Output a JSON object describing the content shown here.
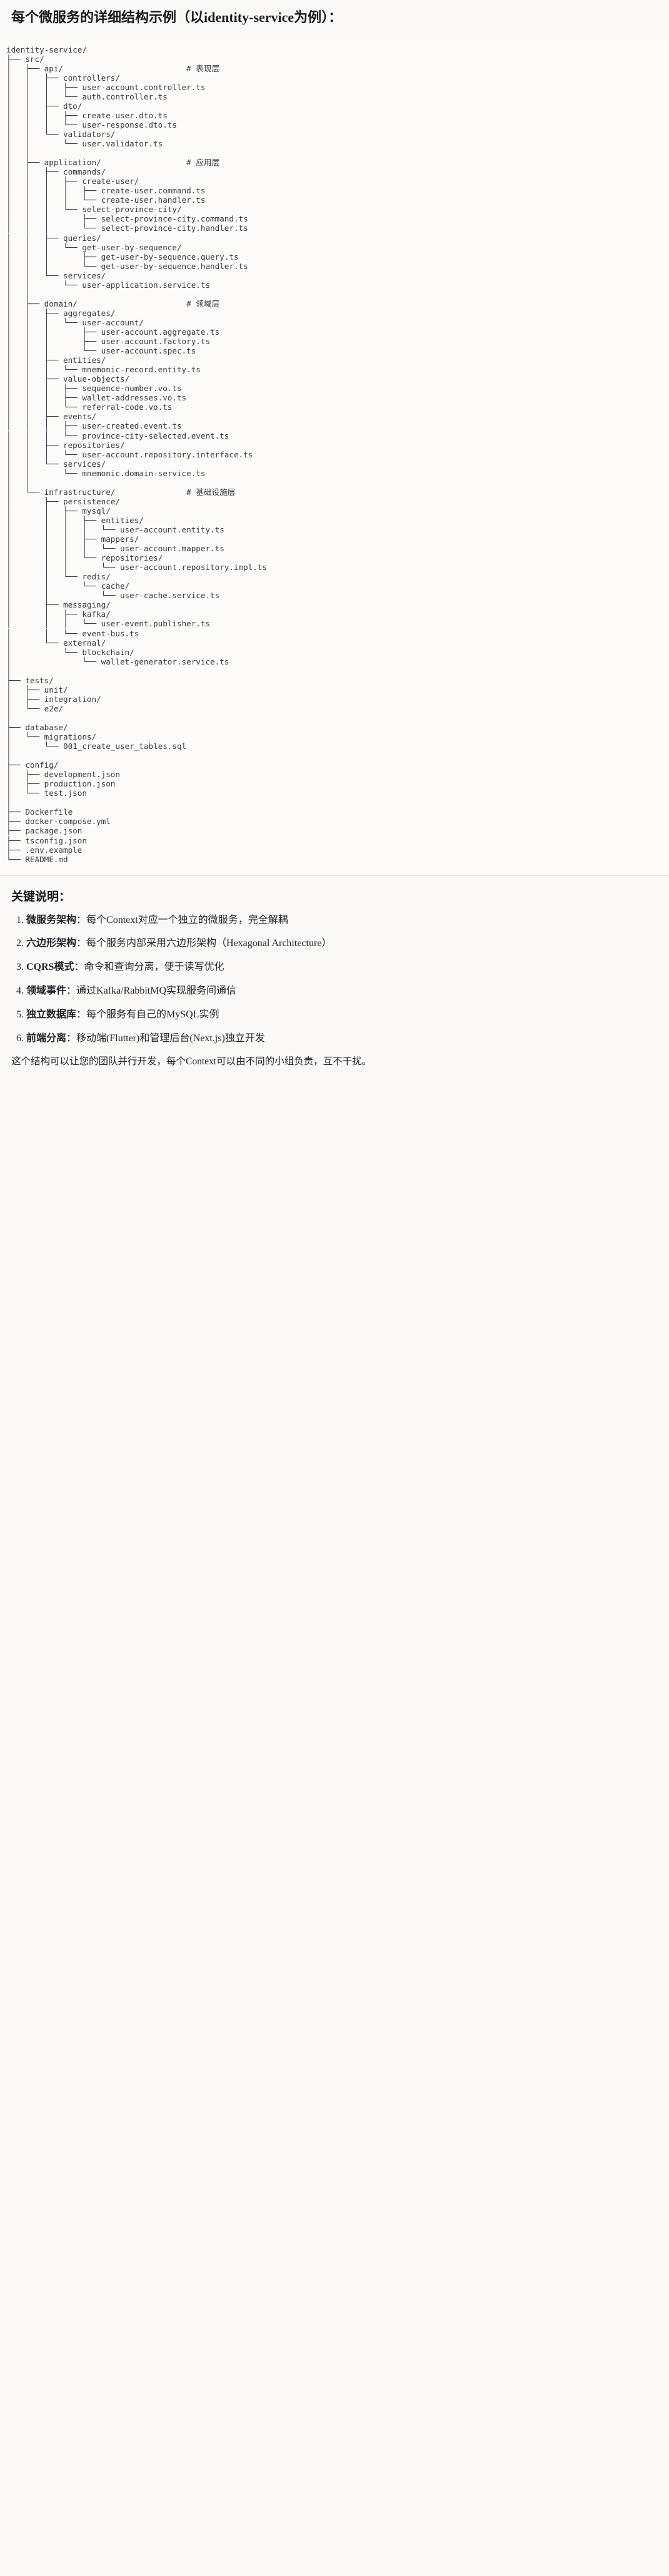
{
  "header": {
    "title": "每个微服务的详细结构示例（以identity-service为例）："
  },
  "tree": {
    "text": "identity-service/\n├── src/\n│   ├── api/                          # 表现层\n│   │   ├── controllers/\n│   │   │   ├── user-account.controller.ts\n│   │   │   └── auth.controller.ts\n│   │   ├── dto/\n│   │   │   ├── create-user.dto.ts\n│   │   │   └── user-response.dto.ts\n│   │   └── validators/\n│   │       └── user.validator.ts\n│   │\n│   ├── application/                  # 应用层\n│   │   ├── commands/\n│   │   │   ├── create-user/\n│   │   │   │   ├── create-user.command.ts\n│   │   │   │   └── create-user.handler.ts\n│   │   │   └── select-province-city/\n│   │   │       ├── select-province-city.command.ts\n│   │   │       └── select-province-city.handler.ts\n│   │   ├── queries/\n│   │   │   └── get-user-by-sequence/\n│   │   │       ├── get-user-by-sequence.query.ts\n│   │   │       └── get-user-by-sequence.handler.ts\n│   │   └── services/\n│   │       └── user-application.service.ts\n│   │\n│   ├── domain/                       # 领域层\n│   │   ├── aggregates/\n│   │   │   └── user-account/\n│   │   │       ├── user-account.aggregate.ts\n│   │   │       ├── user-account.factory.ts\n│   │   │       └── user-account.spec.ts\n│   │   ├── entities/\n│   │   │   └── mnemonic-record.entity.ts\n│   │   ├── value-objects/\n│   │   │   ├── sequence-number.vo.ts\n│   │   │   ├── wallet-addresses.vo.ts\n│   │   │   └── referral-code.vo.ts\n│   │   ├── events/\n│   │   │   ├── user-created.event.ts\n│   │   │   └── province-city-selected.event.ts\n│   │   ├── repositories/\n│   │   │   └── user-account.repository.interface.ts\n│   │   └── services/\n│   │       └── mnemonic.domain-service.ts\n│   │\n│   └── infrastructure/               # 基础设施层\n│       ├── persistence/\n│       │   ├── mysql/\n│       │   │   ├── entities/\n│       │   │   │   └── user-account.entity.ts\n│       │   │   ├── mappers/\n│       │   │   │   └── user-account.mapper.ts\n│       │   │   └── repositories/\n│       │   │       └── user-account.repository.impl.ts\n│       │   └── redis/\n│       │       └── cache/\n│       │           └── user-cache.service.ts\n│       ├── messaging/\n│       │   ├── kafka/\n│       │   │   └── user-event.publisher.ts\n│       │   └── event-bus.ts\n│       └── external/\n│           └── blockchain/\n│               └── wallet-generator.service.ts\n│\n├── tests/\n│   ├── unit/\n│   ├── integration/\n│   └── e2e/\n│\n├── database/\n│   └── migrations/\n│       └── 001_create_user_tables.sql\n│\n├── config/\n│   ├── development.json\n│   ├── production.json\n│   └── test.json\n│\n├── Dockerfile\n├── docker-compose.yml\n├── package.json\n├── tsconfig.json\n├── .env.example\n└── README.md"
  },
  "notes": {
    "heading": "关键说明：",
    "items": [
      {
        "lead": "微服务架构",
        "rest": "：每个Context对应一个独立的微服务，完全解耦"
      },
      {
        "lead": "六边形架构",
        "rest": "：每个服务内部采用六边形架构（Hexagonal Architecture）"
      },
      {
        "lead": "CQRS模式",
        "rest": "：命令和查询分离，便于读写优化"
      },
      {
        "lead": "领域事件",
        "rest": "：通过Kafka/RabbitMQ实现服务间通信"
      },
      {
        "lead": "独立数据库",
        "rest": "：每个服务有自己的MySQL实例"
      },
      {
        "lead": "前端分离",
        "rest": "：移动端(Flutter)和管理后台(Next.js)独立开发"
      }
    ],
    "closing": "这个结构可以让您的团队并行开发，每个Context可以由不同的小组负责，互不干扰。"
  }
}
